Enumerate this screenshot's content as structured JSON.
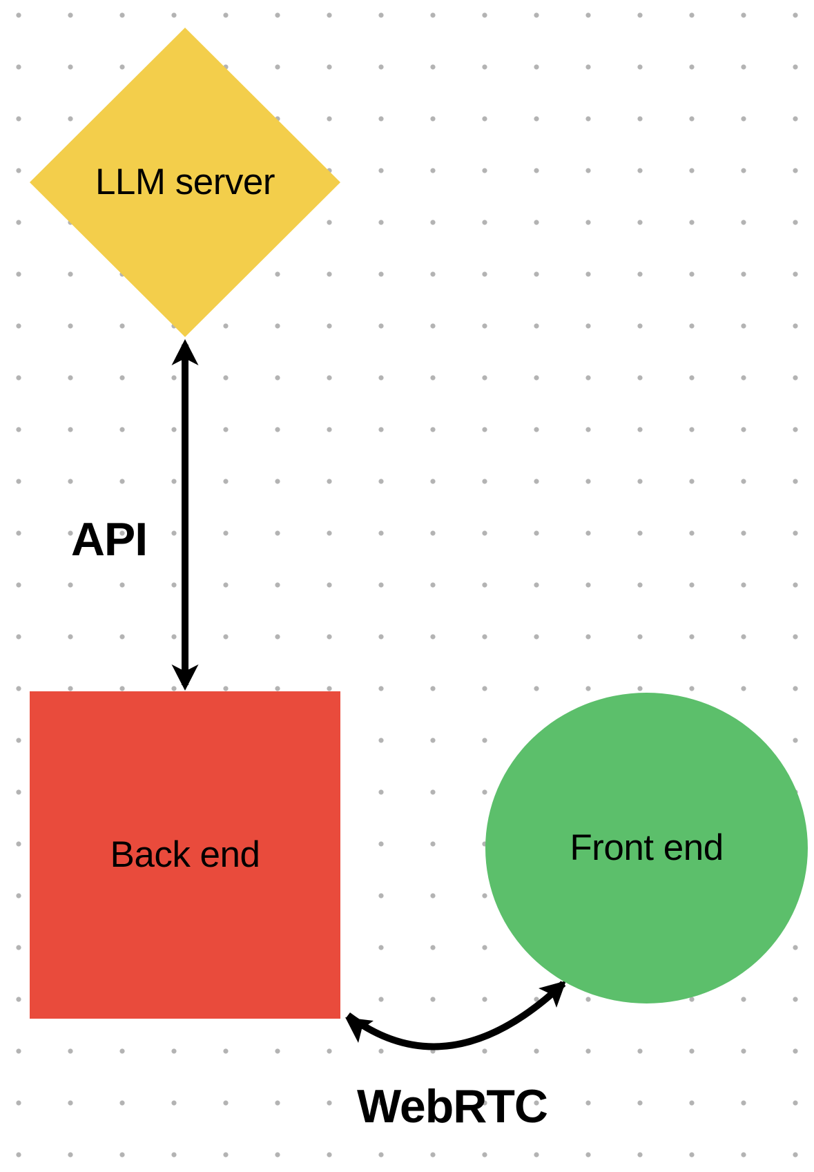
{
  "canvas": {
    "background_color": "#FFFFFF",
    "grid_style": "dot-grid",
    "grid_dot_color": "#B3B3B3",
    "connector_color": "#000000"
  },
  "nodes": [
    {
      "id": "llm-server",
      "shape": "diamond",
      "label": "LLM server",
      "fill": "#F3CE4B",
      "text_color": "#000000"
    },
    {
      "id": "back-end",
      "shape": "square",
      "label": "Back end",
      "fill": "#E94B3C",
      "text_color": "#000000"
    },
    {
      "id": "front-end",
      "shape": "circle",
      "label": "Front end",
      "fill": "#5CBF6B",
      "text_color": "#000000"
    }
  ],
  "edges": [
    {
      "id": "api",
      "label": "API",
      "from": "llm-server",
      "to": "back-end",
      "arrow": "double-headed",
      "path": "straight-vertical",
      "color": "#000000"
    },
    {
      "id": "webrtc",
      "label": "WebRTC",
      "from": "back-end",
      "to": "front-end",
      "arrow": "double-headed",
      "path": "curved",
      "color": "#000000"
    }
  ]
}
